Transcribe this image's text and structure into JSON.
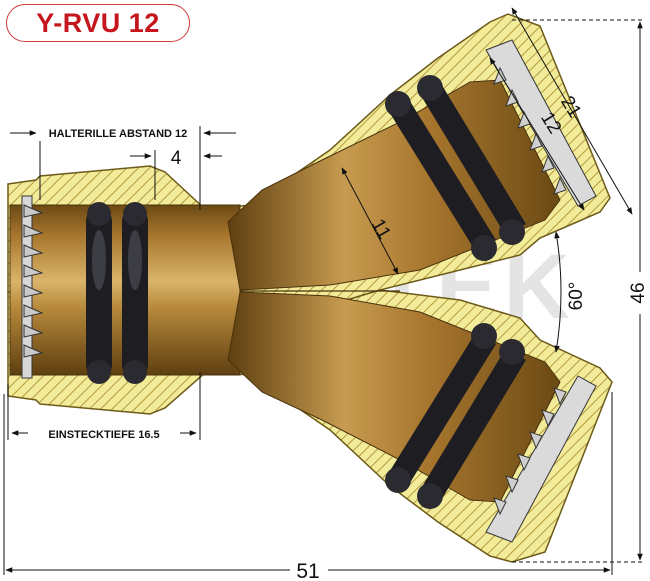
{
  "title": "Y-RVU 12",
  "watermark": "EUROTEK",
  "annotations": {
    "halterille_abstand": "HALTERILLE ABSTAND 12",
    "einstecktiefe": "EINSTECKTIEFE 16.5"
  },
  "dimensions": {
    "groove_width": "4",
    "bore_diameter": "11",
    "branch_outer": "21",
    "branch_inner": "12",
    "branch_angle": "60°",
    "overall_height": "46",
    "overall_length": "51"
  },
  "colors": {
    "brass": "#a8762e",
    "brass_dark": "#5e3f10",
    "section_fill": "#f2ec9a",
    "hatch": "#b39a3e",
    "oring": "#1e1e22",
    "title_red": "#c4161c"
  }
}
